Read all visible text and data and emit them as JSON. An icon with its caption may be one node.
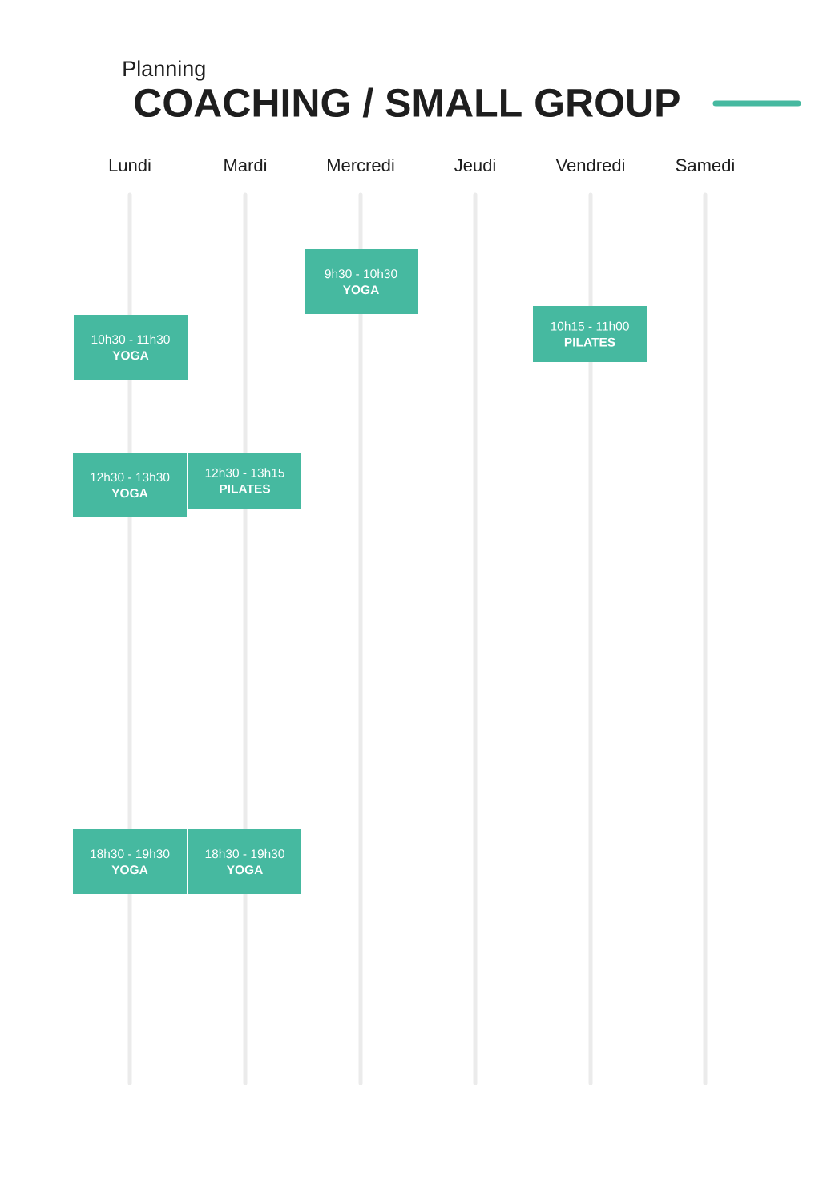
{
  "diagram": {
    "title": "COACHING / SMALL GROUP",
    "nodes": [
      {
        "text": [
          "9h30 - 10h30",
          "YOGA"
        ]
      },
      {
        "text": [
          "10h15 - 11h00",
          "PILATES"
        ]
      },
      {
        "text": [
          "10h30 - 11h30",
          "YOGA"
        ]
      },
      {
        "text": [
          "12h30 - 13h30",
          "YOGA"
        ]
      },
      {
        "text": [
          "12h30 - 13h15",
          "PILATES"
        ]
      },
      {
        "text": [
          "18h30 - 19h30",
          "YOGA"
        ]
      },
      {
        "text": [
          "18h30 - 19h30",
          "YOGA"
        ]
      }
    ],
    "labels": [
      "Planning",
      "Lundi",
      "Mardi",
      "Mercredi",
      "Jeudi",
      "Vendredi",
      "Samedi"
    ]
  }
}
